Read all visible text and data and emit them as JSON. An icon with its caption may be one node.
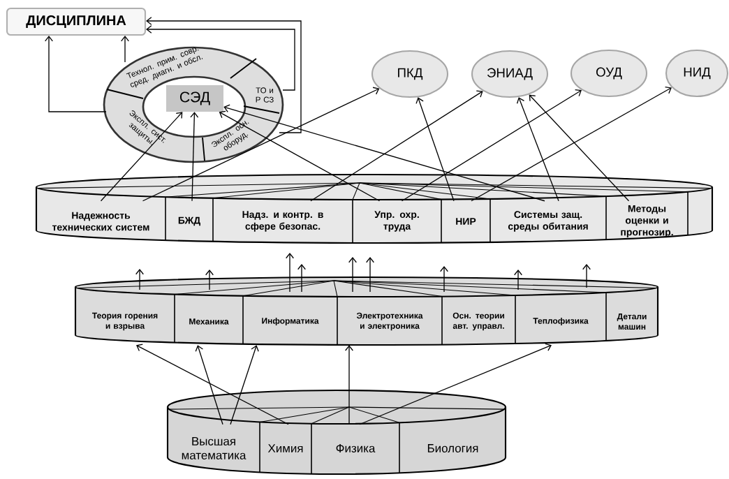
{
  "diagram": {
    "nodes": [
      {
        "text": [
          "ДИСЦИПЛИНА"
        ]
      },
      {
        "text": [
          "Технол. прим. совр. сред. диагн. и обсл."
        ]
      },
      {
        "text": [
          "ТО и Р СЗ"
        ]
      },
      {
        "text": [
          "Экспл. осн. оборуд."
        ]
      },
      {
        "text": [
          "Экспл. сист. защиты."
        ]
      },
      {
        "text": [
          "СЭД"
        ]
      },
      {
        "text": [
          "ПКД"
        ]
      },
      {
        "text": [
          "ЭНИАД"
        ]
      },
      {
        "text": [
          "ОУД"
        ]
      },
      {
        "text": [
          "НИД"
        ]
      },
      {
        "text": [],
        "shape": "cylinder"
      },
      {
        "text": [
          "Надежность технических систем"
        ],
        "in": 10
      },
      {
        "text": [
          "БЖД"
        ],
        "in": 10
      },
      {
        "text": [
          "Надз. и контр. в сфере безопас."
        ],
        "in": 10
      },
      {
        "text": [
          "Упр. охр. труда"
        ],
        "in": 10
      },
      {
        "text": [
          "НИР"
        ],
        "in": 10
      },
      {
        "text": [
          "Системы защ. среды обитания"
        ],
        "in": 10
      },
      {
        "text": [
          "Методы оценки и прогнозир."
        ],
        "in": 10
      },
      {
        "text": [],
        "shape": "cylinder"
      },
      {
        "text": [
          "Теория горения и взрыва"
        ],
        "in": 18
      },
      {
        "text": [
          "Механика"
        ],
        "in": 18
      },
      {
        "text": [
          "Информатика"
        ],
        "in": 18
      },
      {
        "text": [
          "Электротехника и электроника"
        ],
        "in": 18
      },
      {
        "text": [
          "Осн. теории авт. управл."
        ],
        "in": 18
      },
      {
        "text": [
          "Теплофизика"
        ],
        "in": 18
      },
      {
        "text": [
          "Детали машин"
        ],
        "in": 18
      },
      {
        "text": [],
        "shape": "cylinder"
      },
      {
        "text": [
          "Высшая математика"
        ],
        "in": 26
      },
      {
        "text": [
          "Химия"
        ],
        "in": 26
      },
      {
        "text": [
          "Физика"
        ],
        "in": 26
      },
      {
        "text": [
          "Биология"
        ],
        "in": 26
      }
    ],
    "edges": [
      {
        "from": 1,
        "to": 0,
        "arrow": "to"
      },
      {
        "from": 4,
        "to": 0,
        "arrow": "to"
      },
      {
        "from": 2,
        "to": 0,
        "arrow": "to"
      },
      {
        "from": 3,
        "to": 0,
        "arrow": "to"
      },
      {
        "from": 11,
        "to": 5,
        "arrow": "to"
      },
      {
        "from": 12,
        "to": 5,
        "arrow": "to"
      },
      {
        "from": 11,
        "to": 6,
        "arrow": "to"
      },
      {
        "from": 14,
        "to": 5,
        "arrow": "to"
      },
      {
        "from": 16,
        "to": 5,
        "arrow": "to"
      },
      {
        "from": 15,
        "to": 6,
        "arrow": "to"
      },
      {
        "from": 13,
        "to": 7,
        "arrow": "to"
      },
      {
        "from": 14,
        "to": 8,
        "arrow": "to"
      },
      {
        "from": 15,
        "to": 9,
        "arrow": "to"
      },
      {
        "from": 16,
        "to": 7,
        "arrow": "to"
      },
      {
        "from": 17,
        "to": 7,
        "arrow": "to"
      },
      {
        "from": 18,
        "to": null,
        "arrow": "to"
      },
      {
        "from": 18,
        "to": null,
        "arrow": "to"
      },
      {
        "from": 18,
        "to": null,
        "arrow": "to"
      },
      {
        "from": 18,
        "to": null,
        "arrow": "to"
      },
      {
        "from": 18,
        "to": null,
        "arrow": "to"
      },
      {
        "from": 18,
        "to": null,
        "arrow": "to"
      },
      {
        "from": 18,
        "to": null,
        "arrow": "to"
      },
      {
        "from": 18,
        "to": null,
        "arrow": "to"
      },
      {
        "from": 18,
        "to": null,
        "arrow": "to"
      },
      {
        "from": 28,
        "to": 19,
        "arrow": "to"
      },
      {
        "from": 27,
        "to": 20,
        "arrow": "to"
      },
      {
        "from": 27,
        "to": 21,
        "arrow": "to"
      },
      {
        "from": 29,
        "to": 22,
        "arrow": "to"
      },
      {
        "from": 29,
        "to": 24,
        "arrow": "to"
      }
    ]
  }
}
